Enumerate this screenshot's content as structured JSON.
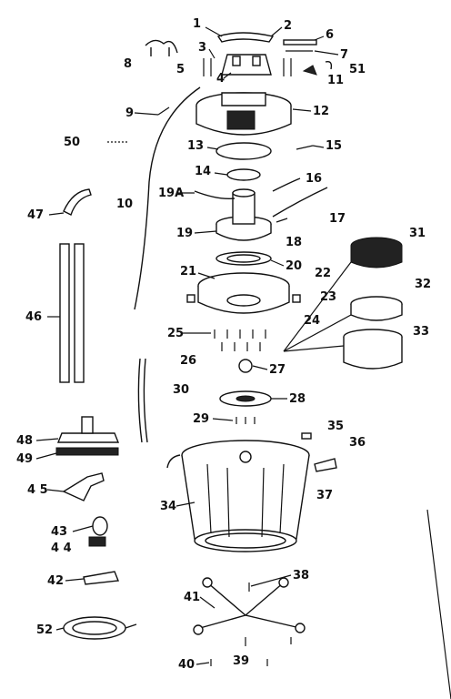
{
  "diagram": {
    "labels": {
      "n1": "1",
      "n2": "2",
      "n3": "3",
      "n4": "4",
      "n5": "5",
      "n6": "6",
      "n7": "7",
      "n8": "8",
      "n9": "9",
      "n10": "10",
      "n11": "11",
      "n12": "12",
      "n13": "13",
      "n14": "14",
      "n15": "15",
      "n16": "16",
      "n17": "17",
      "n18": "18",
      "n19": "19",
      "n19a": "19A",
      "n20": "20",
      "n21": "21",
      "n22": "22",
      "n23": "23",
      "n24": "24",
      "n25": "25",
      "n26": "26",
      "n27": "27",
      "n28": "28",
      "n29": "29",
      "n30": "30",
      "n31": "31",
      "n32": "32",
      "n33": "33",
      "n34": "34",
      "n35": "35",
      "n36": "36",
      "n37": "37",
      "n38": "38",
      "n39": "39",
      "n40": "40",
      "n41": "41",
      "n42": "42",
      "n43": "43",
      "n44": "4 4",
      "n45": "4 5",
      "n46": "46",
      "n47": "47",
      "n48": "48",
      "n49": "49",
      "n50": "50",
      "n51": "51",
      "n52": "52"
    }
  }
}
